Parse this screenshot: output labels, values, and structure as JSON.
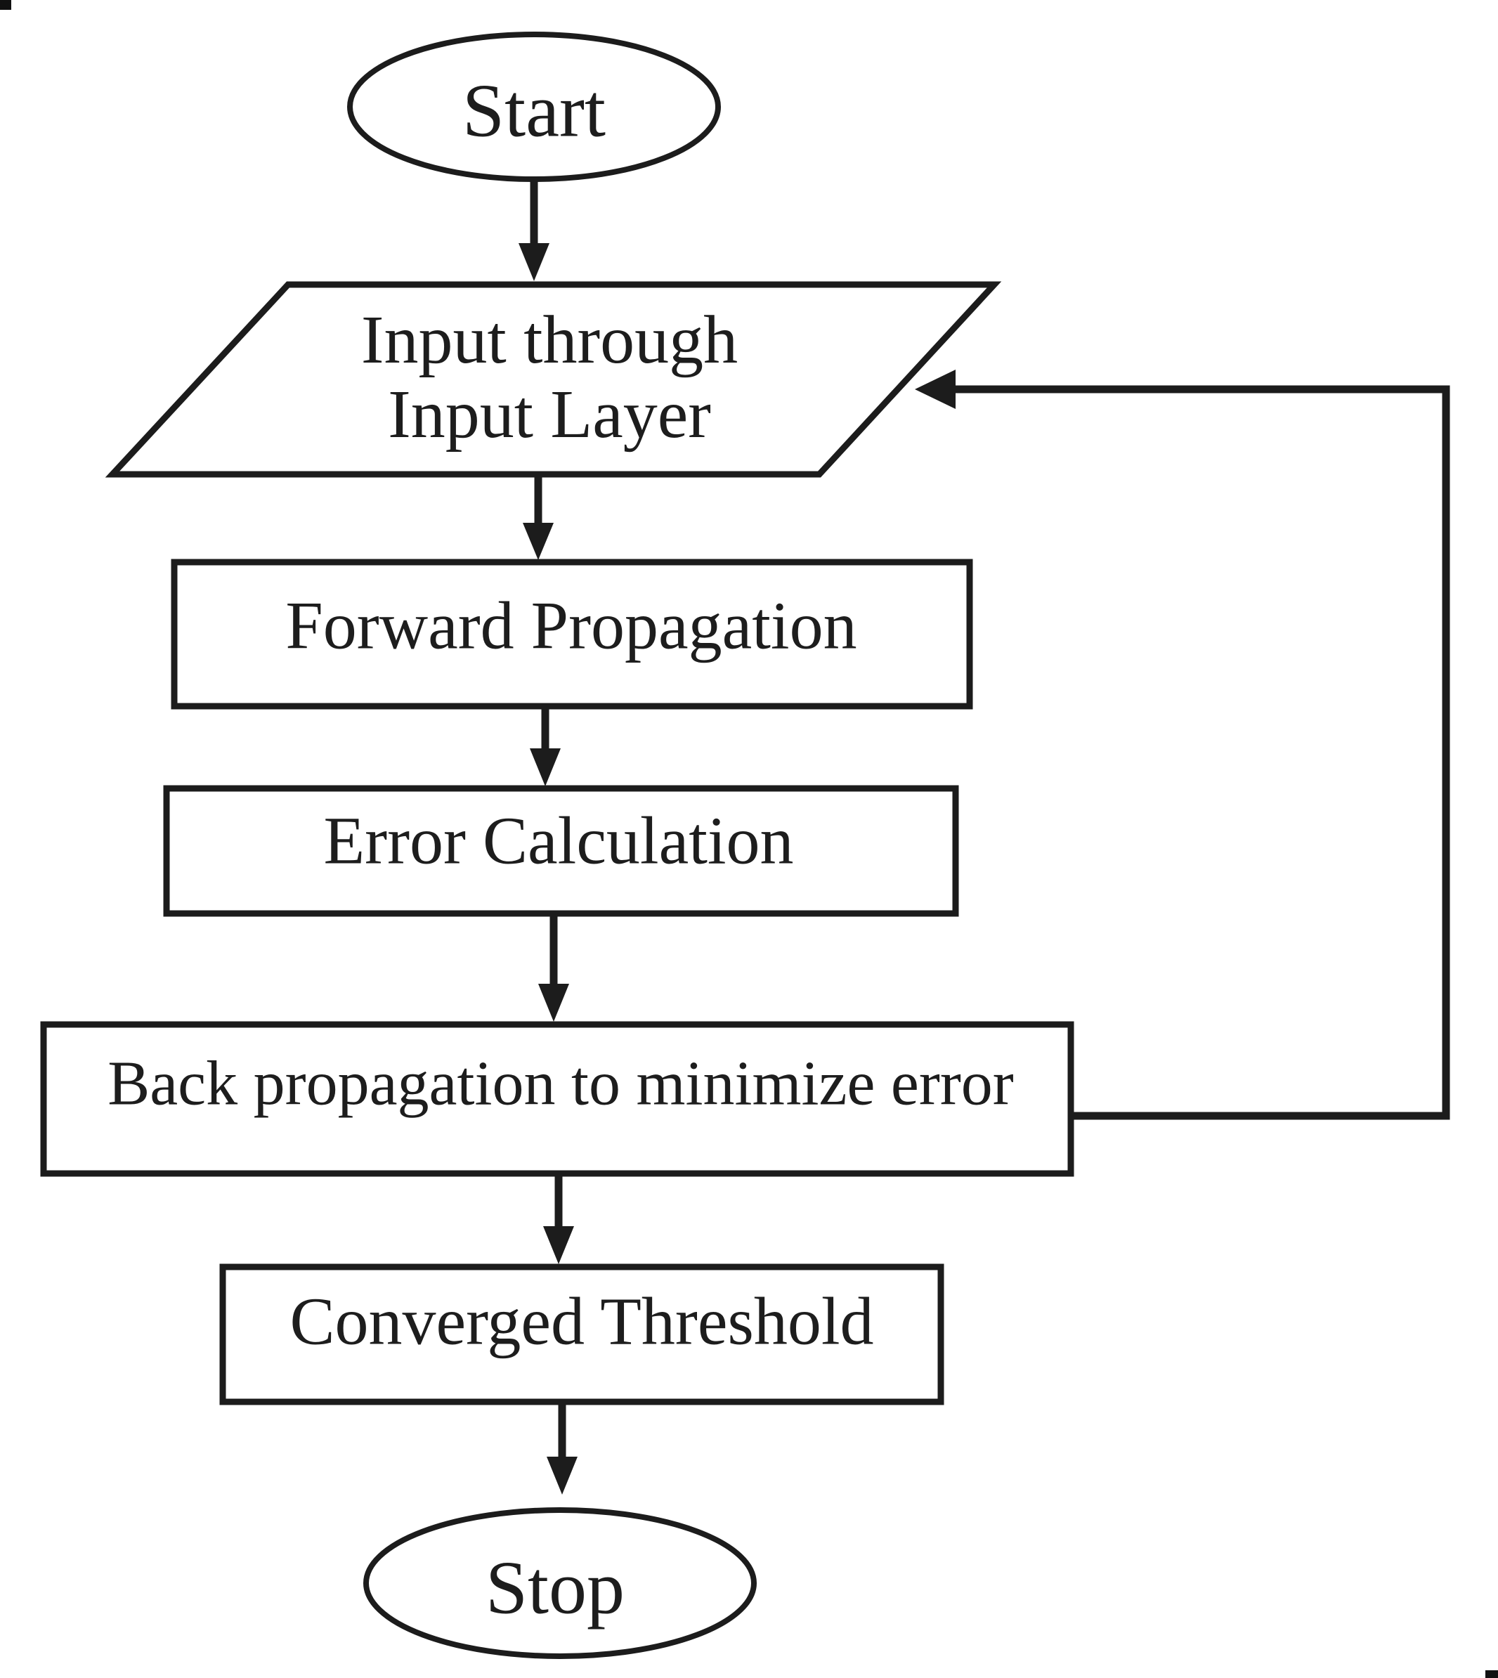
{
  "figure": {
    "type": "flowchart",
    "background": "#ffffff",
    "line_color": "#1c1c1c",
    "text_color": "#1d1d1d"
  },
  "nodes": {
    "start": {
      "label": "Start",
      "shape": "terminator-ellipse"
    },
    "input_layer": {
      "lines": [
        "Input through",
        "Input Layer"
      ],
      "shape": "io-parallelogram"
    },
    "forward_propagation": {
      "label": "Forward Propagation",
      "shape": "process-rect"
    },
    "error_calculation": {
      "label": "Error Calculation",
      "shape": "process-rect"
    },
    "back_propagation": {
      "label": "Back propagation to minimize error",
      "shape": "process-rect"
    },
    "converged_threshold": {
      "label": "Converged Threshold",
      "shape": "process-rect"
    },
    "stop": {
      "label": "Stop",
      "shape": "terminator-ellipse"
    }
  },
  "edges": [
    {
      "from": "start",
      "to": "input_layer",
      "style": "arrow-down"
    },
    {
      "from": "input_layer",
      "to": "forward_propagation",
      "style": "arrow-down"
    },
    {
      "from": "forward_propagation",
      "to": "error_calculation",
      "style": "arrow-down"
    },
    {
      "from": "error_calculation",
      "to": "back_propagation",
      "style": "arrow-down"
    },
    {
      "from": "back_propagation",
      "to": "converged_threshold",
      "style": "arrow-down"
    },
    {
      "from": "converged_threshold",
      "to": "stop",
      "style": "arrow-down"
    },
    {
      "from": "back_propagation",
      "to": "input_layer",
      "style": "feedback-loop-right"
    }
  ]
}
